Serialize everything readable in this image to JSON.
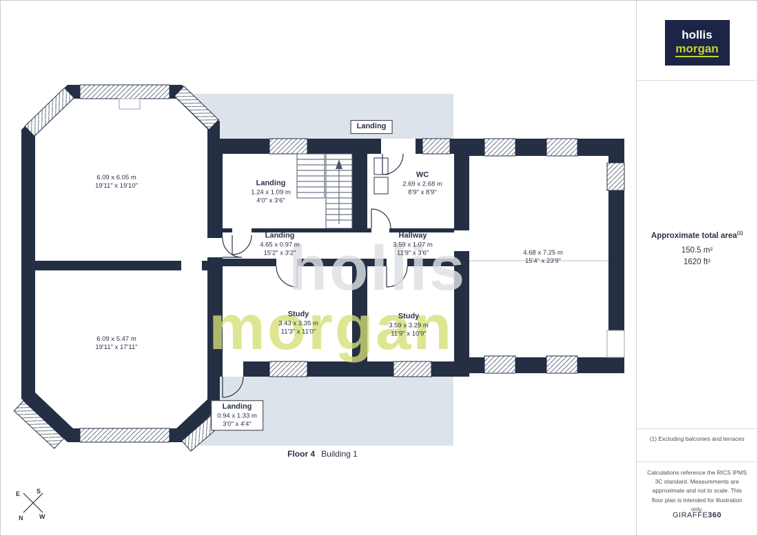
{
  "colors": {
    "wall": "#242f44",
    "highlight": "#dde3ea",
    "brand_navy": "#1c2547",
    "brand_green": "#c6d32e"
  },
  "logo": {
    "line1": "hollis",
    "line2": "morgan"
  },
  "watermark": {
    "line1": "hollis",
    "line2": "morgan"
  },
  "sidebar": {
    "area_title": "Approximate total area",
    "area_title_sup": "(1)",
    "area_m2": "150.5 m²",
    "area_ft2": "1620 ft²",
    "footnote": "(1) Excluding balconies and terraces",
    "disclaimer": "Calculations reference the RICS IPMS 3C standard. Measurements are approximate and not to scale. This floor plan is intended for illustration only.",
    "credit_name": "GIRAFFE",
    "credit_suffix": "360"
  },
  "plan": {
    "caption_floor": "Floor 4",
    "caption_building": "Building 1",
    "compass": {
      "n": "N",
      "s": "S",
      "e": "E",
      "w": "W"
    },
    "rooms": [
      {
        "name": "Landing",
        "dims_m": "",
        "dims_ft": ""
      },
      {
        "name": "Landing",
        "dims_m": "1.24 x 1.09 m",
        "dims_ft": "4'0\" x 3'6\""
      },
      {
        "name": "WC",
        "dims_m": "2.69 x 2.68 m",
        "dims_ft": "8'9\" x 8'9\""
      },
      {
        "name": "Landing",
        "dims_m": "4.65 x 0.97 m",
        "dims_ft": "15'2\" x 3'2\""
      },
      {
        "name": "Hallway",
        "dims_m": "3.59 x 1.07 m",
        "dims_ft": "11'9\" x 3'6\""
      },
      {
        "name": "",
        "dims_m": "4.68 x 7.25 m",
        "dims_ft": "15'4\" x 23'9\""
      },
      {
        "name": "Study",
        "dims_m": "3.43 x 3.35 m",
        "dims_ft": "11'3\" x 11'0\""
      },
      {
        "name": "Study",
        "dims_m": "3.59 x 3.29 m",
        "dims_ft": "11'9\" x 10'9\""
      },
      {
        "name": "Landing",
        "dims_m": "0.94 x 1.33 m",
        "dims_ft": "3'0\" x 4'4\""
      },
      {
        "name": "",
        "dims_m": "6.09 x 6.05 m",
        "dims_ft": "19'11\" x 19'10\""
      },
      {
        "name": "",
        "dims_m": "6.09 x 5.47 m",
        "dims_ft": "19'11\" x 17'11\""
      }
    ]
  }
}
